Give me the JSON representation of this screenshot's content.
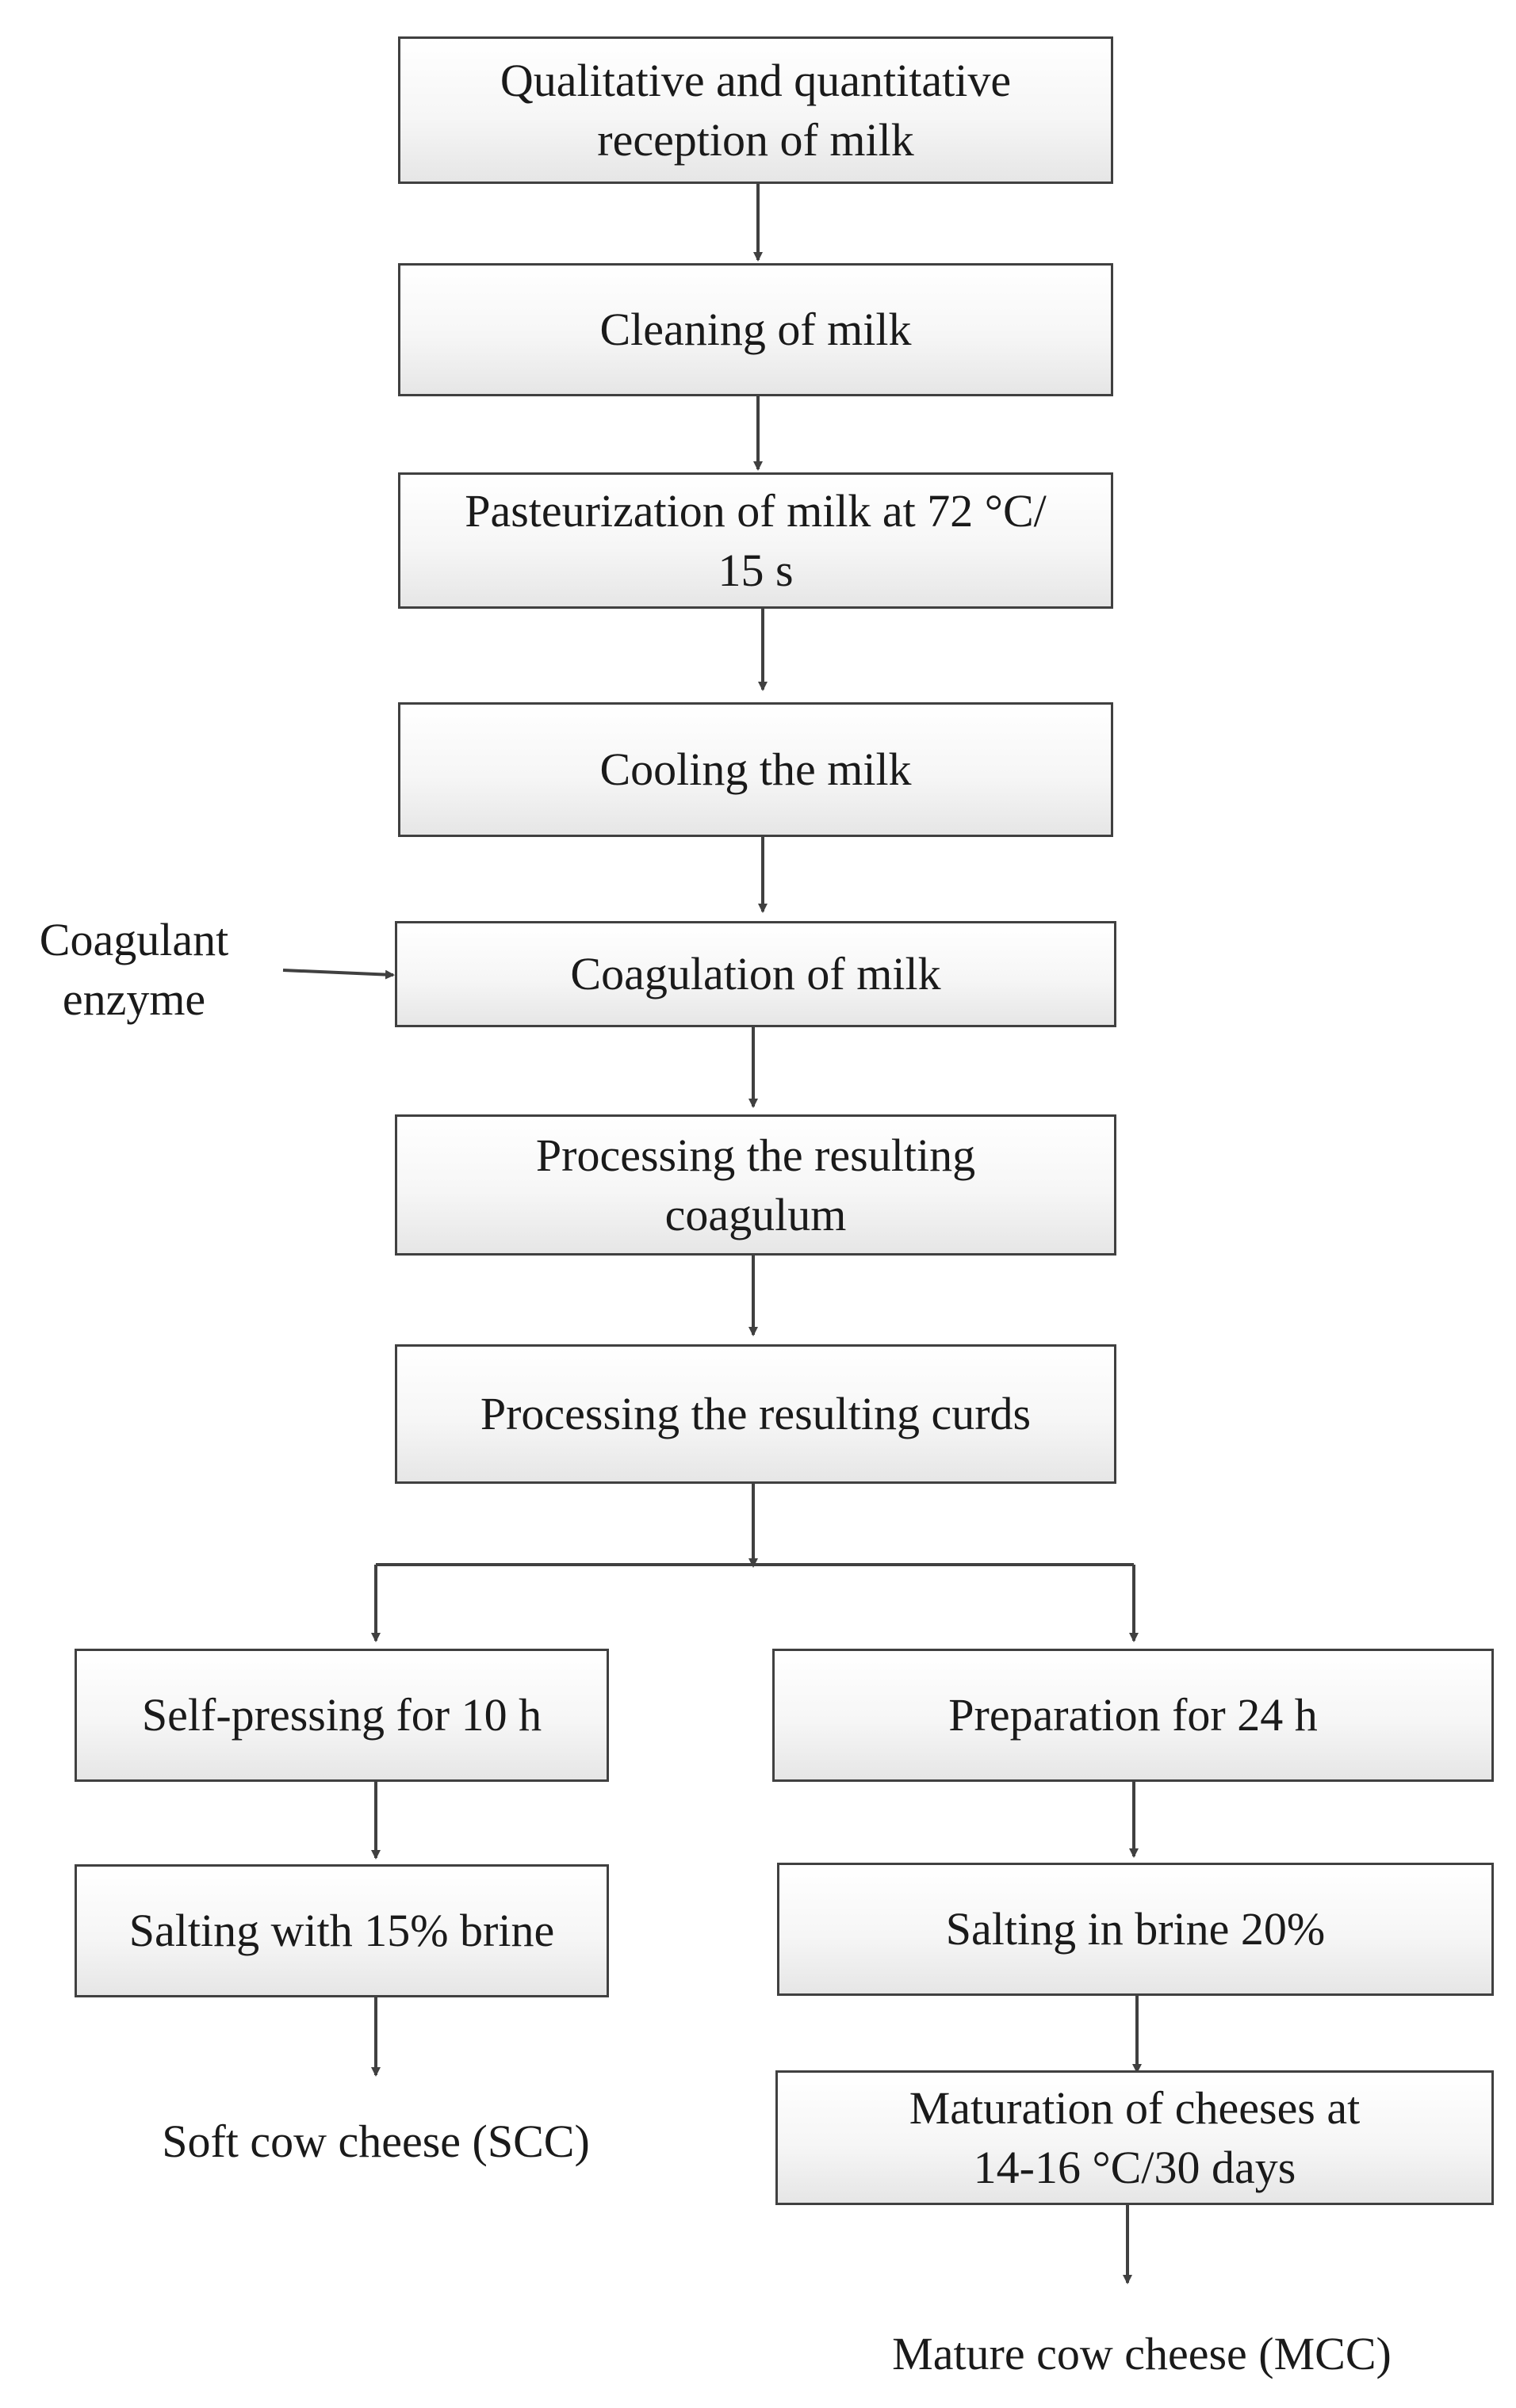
{
  "steps": {
    "reception": "Qualitative and quantitative\nreception of milk",
    "cleaning": "Cleaning of milk",
    "pasteurization": "Pasteurization of milk at 72 °C/\n15 s",
    "cooling": "Cooling the milk",
    "coagulation": "Coagulation of milk",
    "processing_coagulum": "Processing the resulting\ncoagulum",
    "processing_curds": "Processing the resulting curds",
    "self_pressing": "Self-pressing for 10 h",
    "salting_15": "Salting with 15% brine",
    "preparation": "Preparation for 24 h",
    "salting_20": "Salting in brine 20%",
    "maturation": "Maturation of cheeses at\n14-16 °C/30 days"
  },
  "inputs": {
    "coagulant": "Coagulant\nenzyme"
  },
  "outputs": {
    "soft_cheese": "Soft cow cheese (SCC)",
    "mature_cheese": "Mature cow cheese (MCC)"
  },
  "colors": {
    "line": "#404040",
    "box_border": "#404040",
    "text": "#1a1a1a"
  }
}
